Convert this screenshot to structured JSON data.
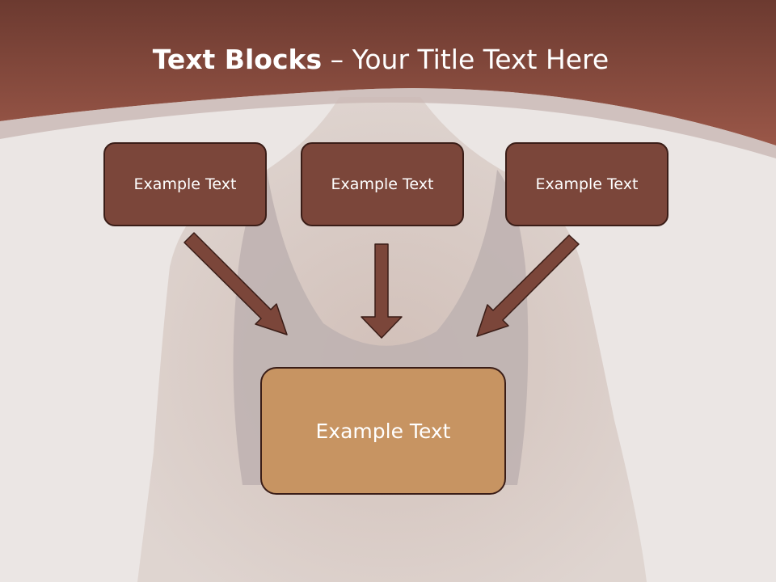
{
  "slide": {
    "title_bold": "Text Blocks",
    "title_dash": "–",
    "title_rest": "Your Title Text Here"
  },
  "blocks": {
    "top_left": "Example Text",
    "top_center": "Example Text",
    "top_right": "Example Text",
    "bottom": "Example Text"
  },
  "colors": {
    "header": "#8a4a3d",
    "top_box": "#7b463a",
    "bottom_box": "#c79462",
    "arrow": "#7b463a",
    "outline": "#3a1d17"
  }
}
